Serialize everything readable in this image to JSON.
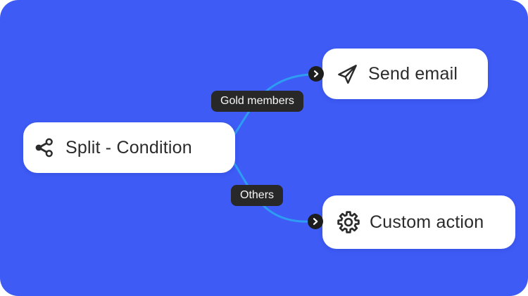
{
  "canvas": {
    "background_color": "#3E5BF6",
    "connector_color": "#2E9CF1",
    "card_color": "#FFFFFF",
    "chip_color": "#282828",
    "badge_color": "#1D1D1D",
    "text_color": "#2B2B2B"
  },
  "nodes": [
    {
      "label": "Split - Condition",
      "icon": "split-condition-icon"
    },
    {
      "label": "Send email",
      "icon": "send-email-icon"
    },
    {
      "label": "Custom action",
      "icon": "gear-icon"
    }
  ],
  "branches": [
    {
      "label": "Gold members"
    },
    {
      "label": "Others"
    }
  ]
}
